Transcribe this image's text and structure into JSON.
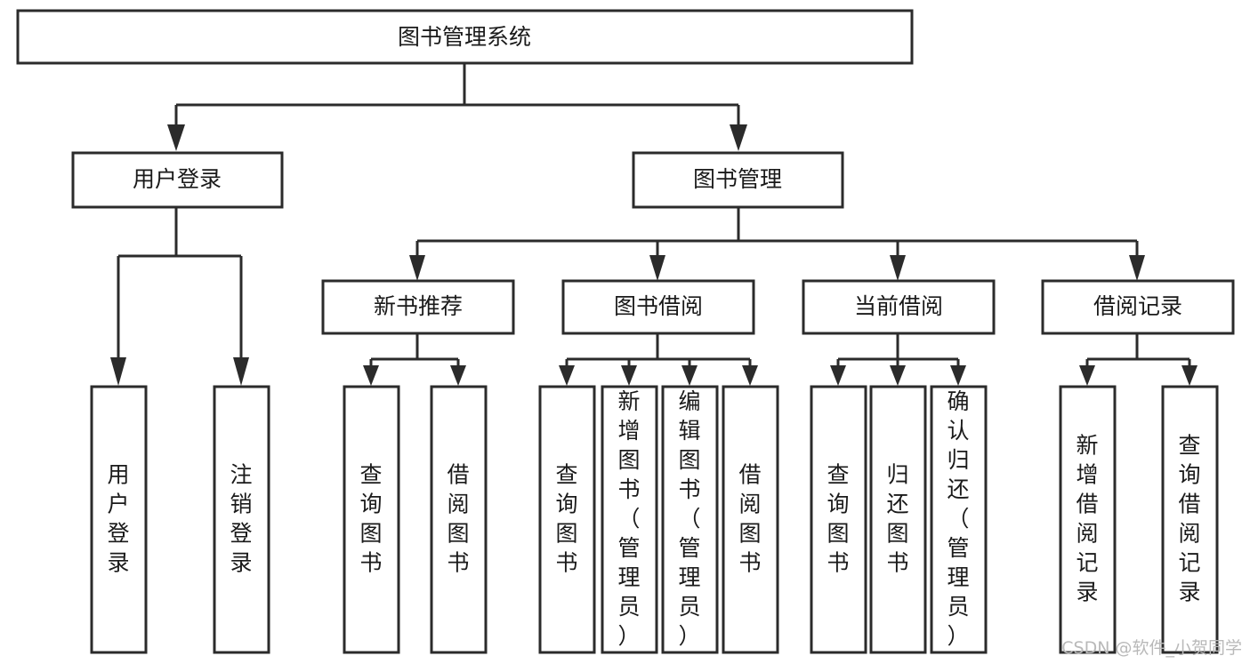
{
  "diagram": {
    "title": "图书管理系统",
    "type": "tree",
    "orientation": "top-down",
    "colors": {
      "box_stroke": "#2b2b2b",
      "box_fill": "#ffffff",
      "connector": "#2b2b2b",
      "text": "#1a1a1a",
      "watermark": "#b9b9b9"
    },
    "root": {
      "label": "图书管理系统"
    },
    "level2": [
      {
        "label": "用户登录"
      },
      {
        "label": "图书管理"
      }
    ],
    "level3": [
      {
        "label": "新书推荐"
      },
      {
        "label": "图书借阅"
      },
      {
        "label": "当前借阅"
      },
      {
        "label": "借阅记录"
      }
    ],
    "leaves": {
      "user_login": [
        {
          "label": "用户登录"
        },
        {
          "label": "注销登录"
        }
      ],
      "new_book_recommend": [
        {
          "label": "查询图书"
        },
        {
          "label": "借阅图书"
        }
      ],
      "book_borrow": [
        {
          "label": "查询图书"
        },
        {
          "label": "新增图书（管理员）"
        },
        {
          "label": "编辑图书（管理员）"
        },
        {
          "label": "借阅图书"
        }
      ],
      "current_borrow": [
        {
          "label": "查询图书"
        },
        {
          "label": "归还图书"
        },
        {
          "label": "确认归还（管理员）"
        }
      ],
      "borrow_record": [
        {
          "label": "新增借阅记录"
        },
        {
          "label": "查询借阅记录"
        }
      ]
    }
  },
  "watermark": {
    "text": "CSDN @软件_小贺同学"
  }
}
